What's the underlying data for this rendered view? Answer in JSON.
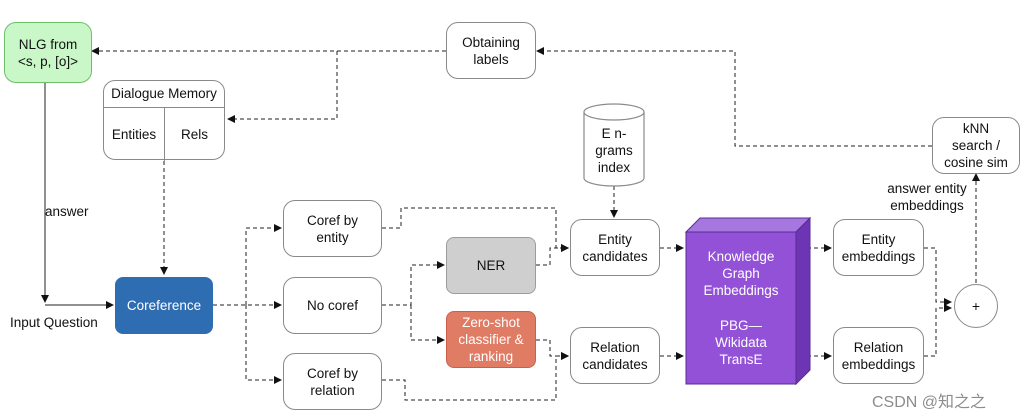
{
  "nodes": {
    "nlg": "NLG from\n<s, p, [o]>",
    "obtaining_labels": "Obtaining\nlabels",
    "dialogue_memory": "Dialogue Memory",
    "entities": "Entities",
    "rels": "Rels",
    "knn": "kNN\nsearch /\ncosine sim",
    "engrams": "E n-\ngrams\nindex",
    "coref_entity": "Coref by\nentity",
    "no_coref": "No coref",
    "coref_relation": "Coref by\nrelation",
    "coreference": "Coreference",
    "ner": "NER",
    "zero_shot": "Zero-shot\nclassifier &\nranking",
    "entity_candidates": "Entity\ncandidates",
    "relation_candidates": "Relation\ncandidates",
    "kg_title": "Knowledge\nGraph\nEmbeddings",
    "kg_sub": "PBG—\nWikidata\nTransE",
    "entity_embeddings": "Entity\nembeddings",
    "relation_embeddings": "Relation\nembeddings",
    "plus": "+"
  },
  "labels": {
    "answer": "answer",
    "input_question": "Input Question",
    "answer_entity_embeddings": "answer entity\nembeddings"
  },
  "watermark": "CSDN @知之之",
  "colors": {
    "nlg_fill": "#c9f7c7",
    "coreference_fill": "#2f6db3",
    "ner_fill": "#cfcfcf",
    "zero_shot_fill": "#e07b64",
    "kg_fill": "#9251d6"
  }
}
